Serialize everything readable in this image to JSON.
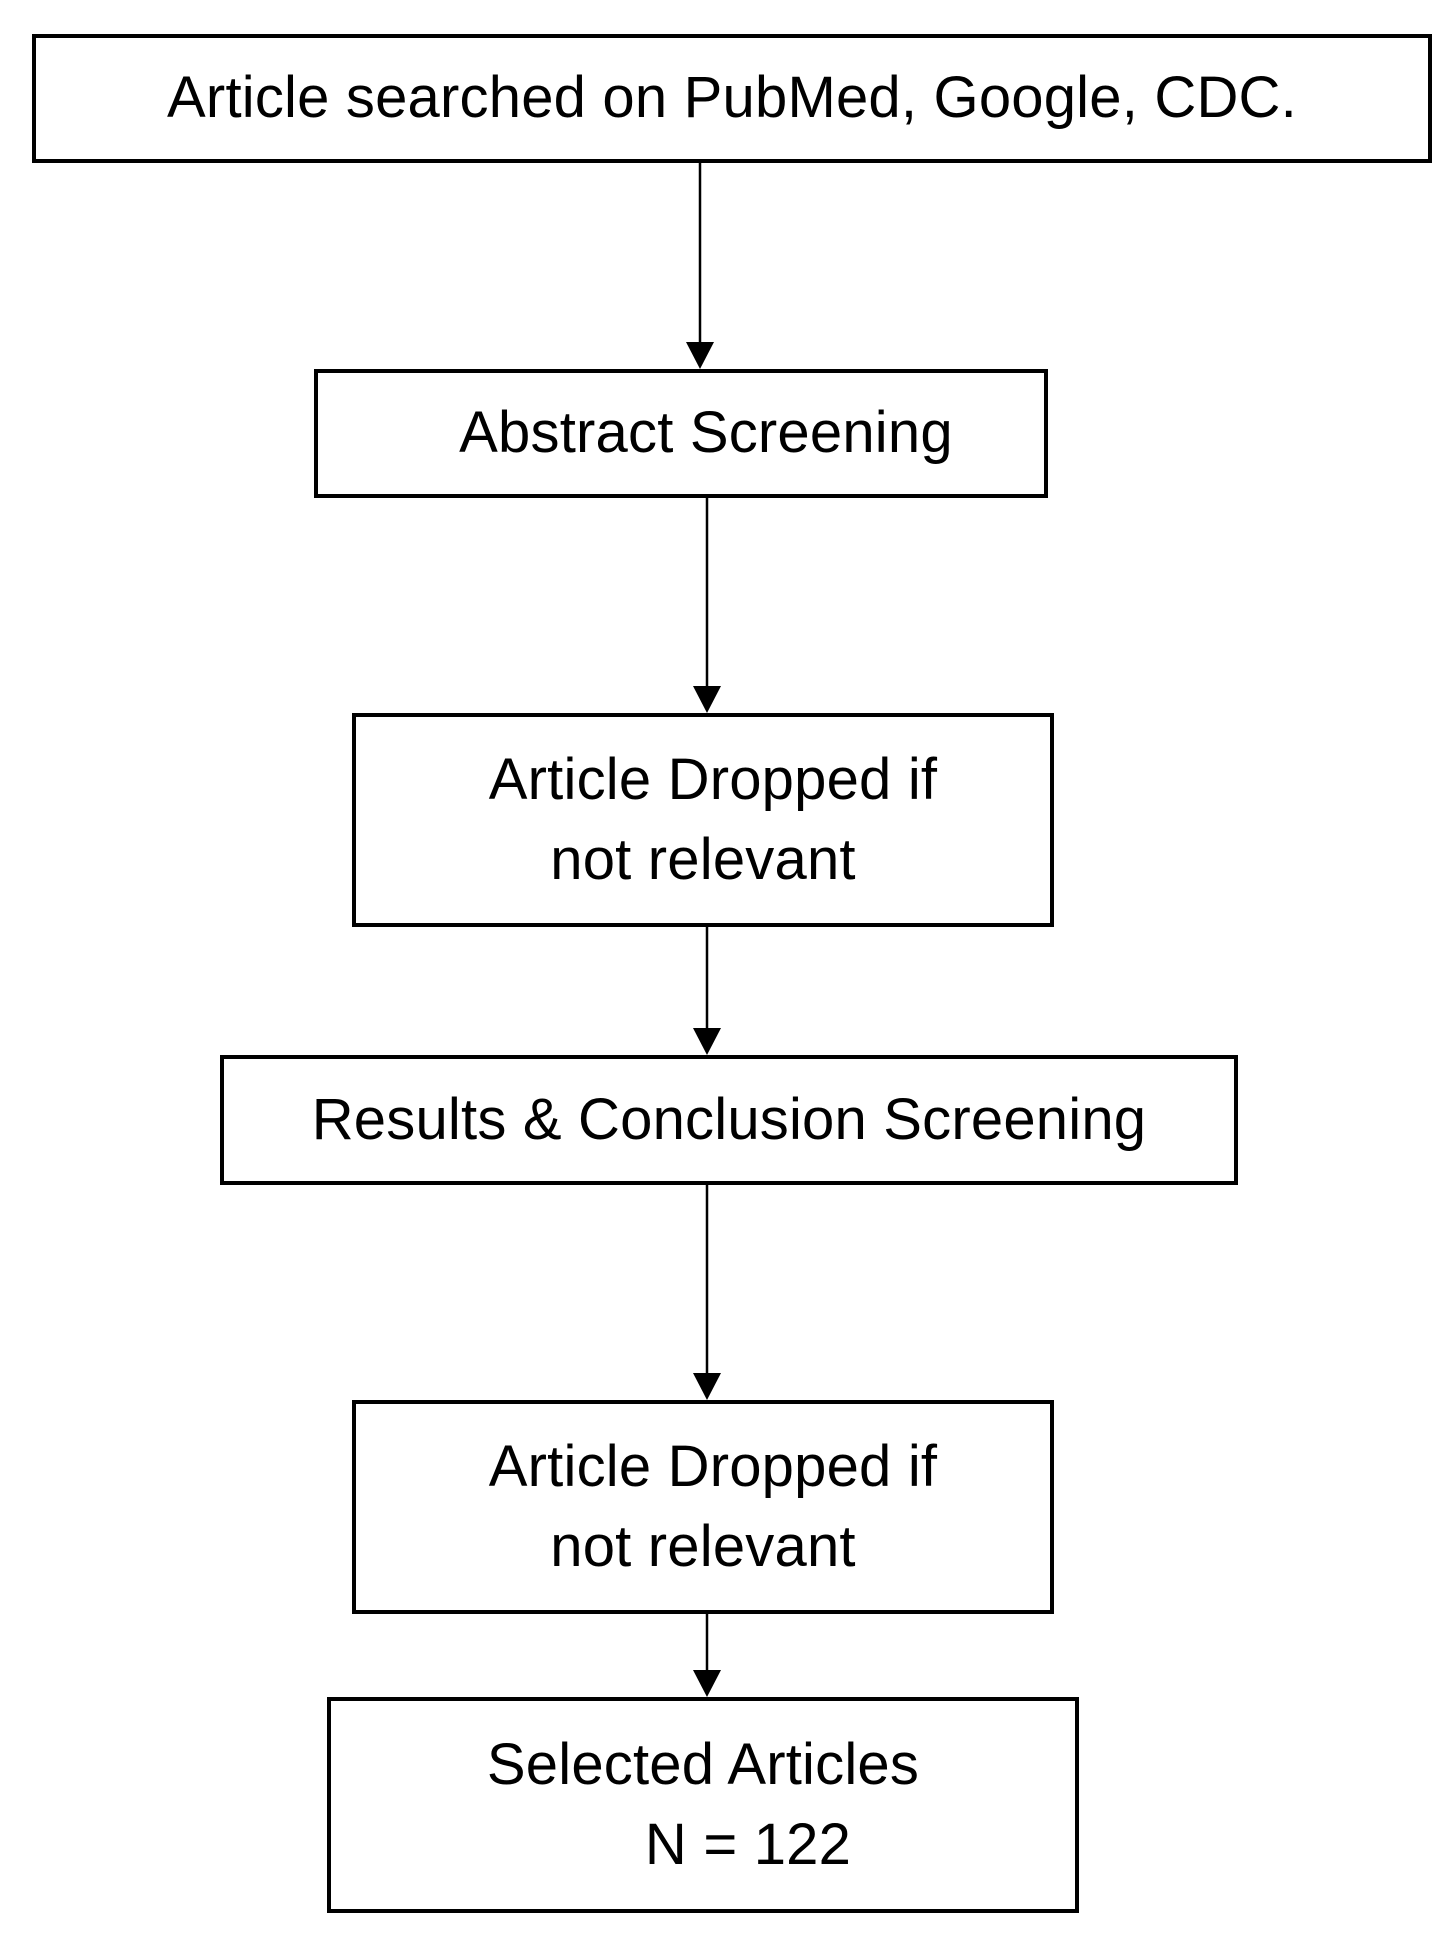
{
  "diagram": {
    "type": "flowchart",
    "line_color": "#000000",
    "box_border_color": "#000000",
    "background_color": "#ffffff",
    "steps": [
      {
        "lines": [
          "Article searched on PubMed, Google, CDC."
        ]
      },
      {
        "lines": [
          "Abstract Screening"
        ]
      },
      {
        "lines": [
          "Article Dropped if",
          "not relevant"
        ]
      },
      {
        "lines": [
          "Results & Conclusion Screening"
        ]
      },
      {
        "lines": [
          "Article Dropped if",
          "not relevant"
        ]
      },
      {
        "lines": [
          "Selected Articles",
          "N = 122"
        ]
      }
    ],
    "connections": [
      {
        "from": 0,
        "to": 1
      },
      {
        "from": 1,
        "to": 2
      },
      {
        "from": 2,
        "to": 3
      },
      {
        "from": 3,
        "to": 4
      },
      {
        "from": 4,
        "to": 5
      }
    ]
  }
}
